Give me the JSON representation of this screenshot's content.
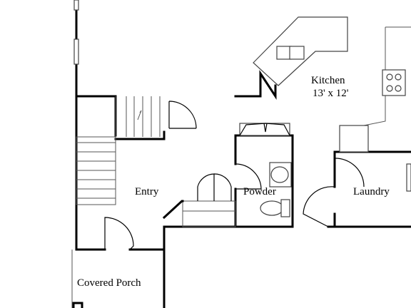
{
  "rooms": {
    "kitchen": {
      "name": "Kitchen",
      "size": "13' x 12'"
    },
    "entry": {
      "name": "Entry"
    },
    "powder": {
      "name": "Powder"
    },
    "laundry": {
      "name": "Laundry"
    },
    "porch": {
      "name": "Covered Porch"
    }
  }
}
